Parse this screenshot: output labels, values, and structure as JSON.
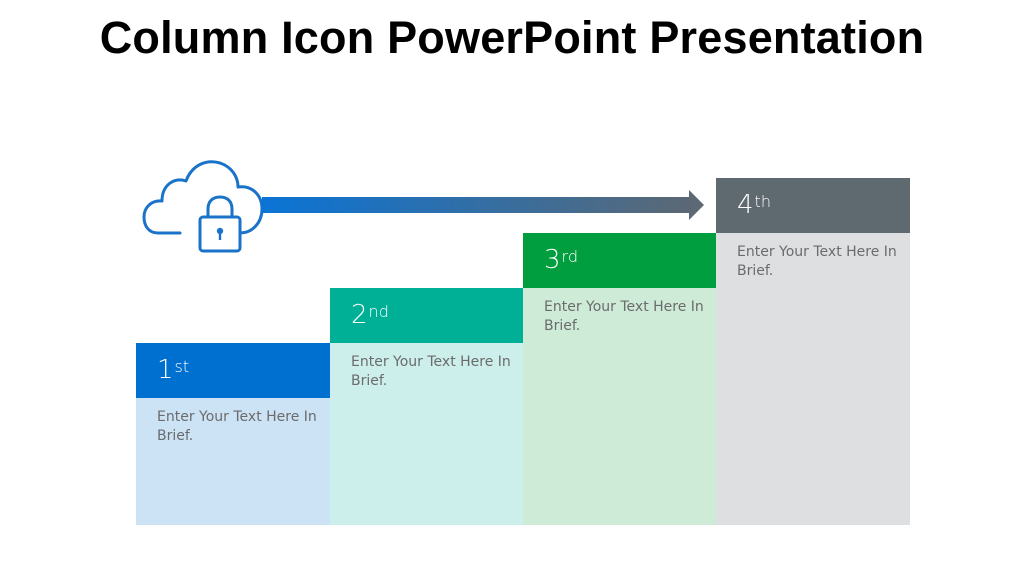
{
  "slide": {
    "title": "Column Icon PowerPoint Presentation"
  },
  "icon": {
    "name": "cloud-lock-icon",
    "color": "#1A73C8"
  },
  "arrow": {
    "gradient_start": "#0A74D6",
    "gradient_end": "#5E6871"
  },
  "columns": [
    {
      "number": "1",
      "suffix": "st",
      "text": "Enter Your Text Here In Brief.",
      "header_color": "#0070D0",
      "body_color": "#CCE2F5"
    },
    {
      "number": "2",
      "suffix": "nd",
      "text": "Enter Your Text Here In Brief.",
      "header_color": "#00B096",
      "body_color": "#CCEFEB"
    },
    {
      "number": "3",
      "suffix": "rd",
      "text": "Enter Your Text Here In Brief.",
      "header_color": "#009E3E",
      "body_color": "#CEEBD8"
    },
    {
      "number": "4",
      "suffix": "th",
      "text": "Enter Your Text Here In Brief.",
      "header_color": "#5F6970",
      "body_color": "#DEDFE1"
    }
  ]
}
